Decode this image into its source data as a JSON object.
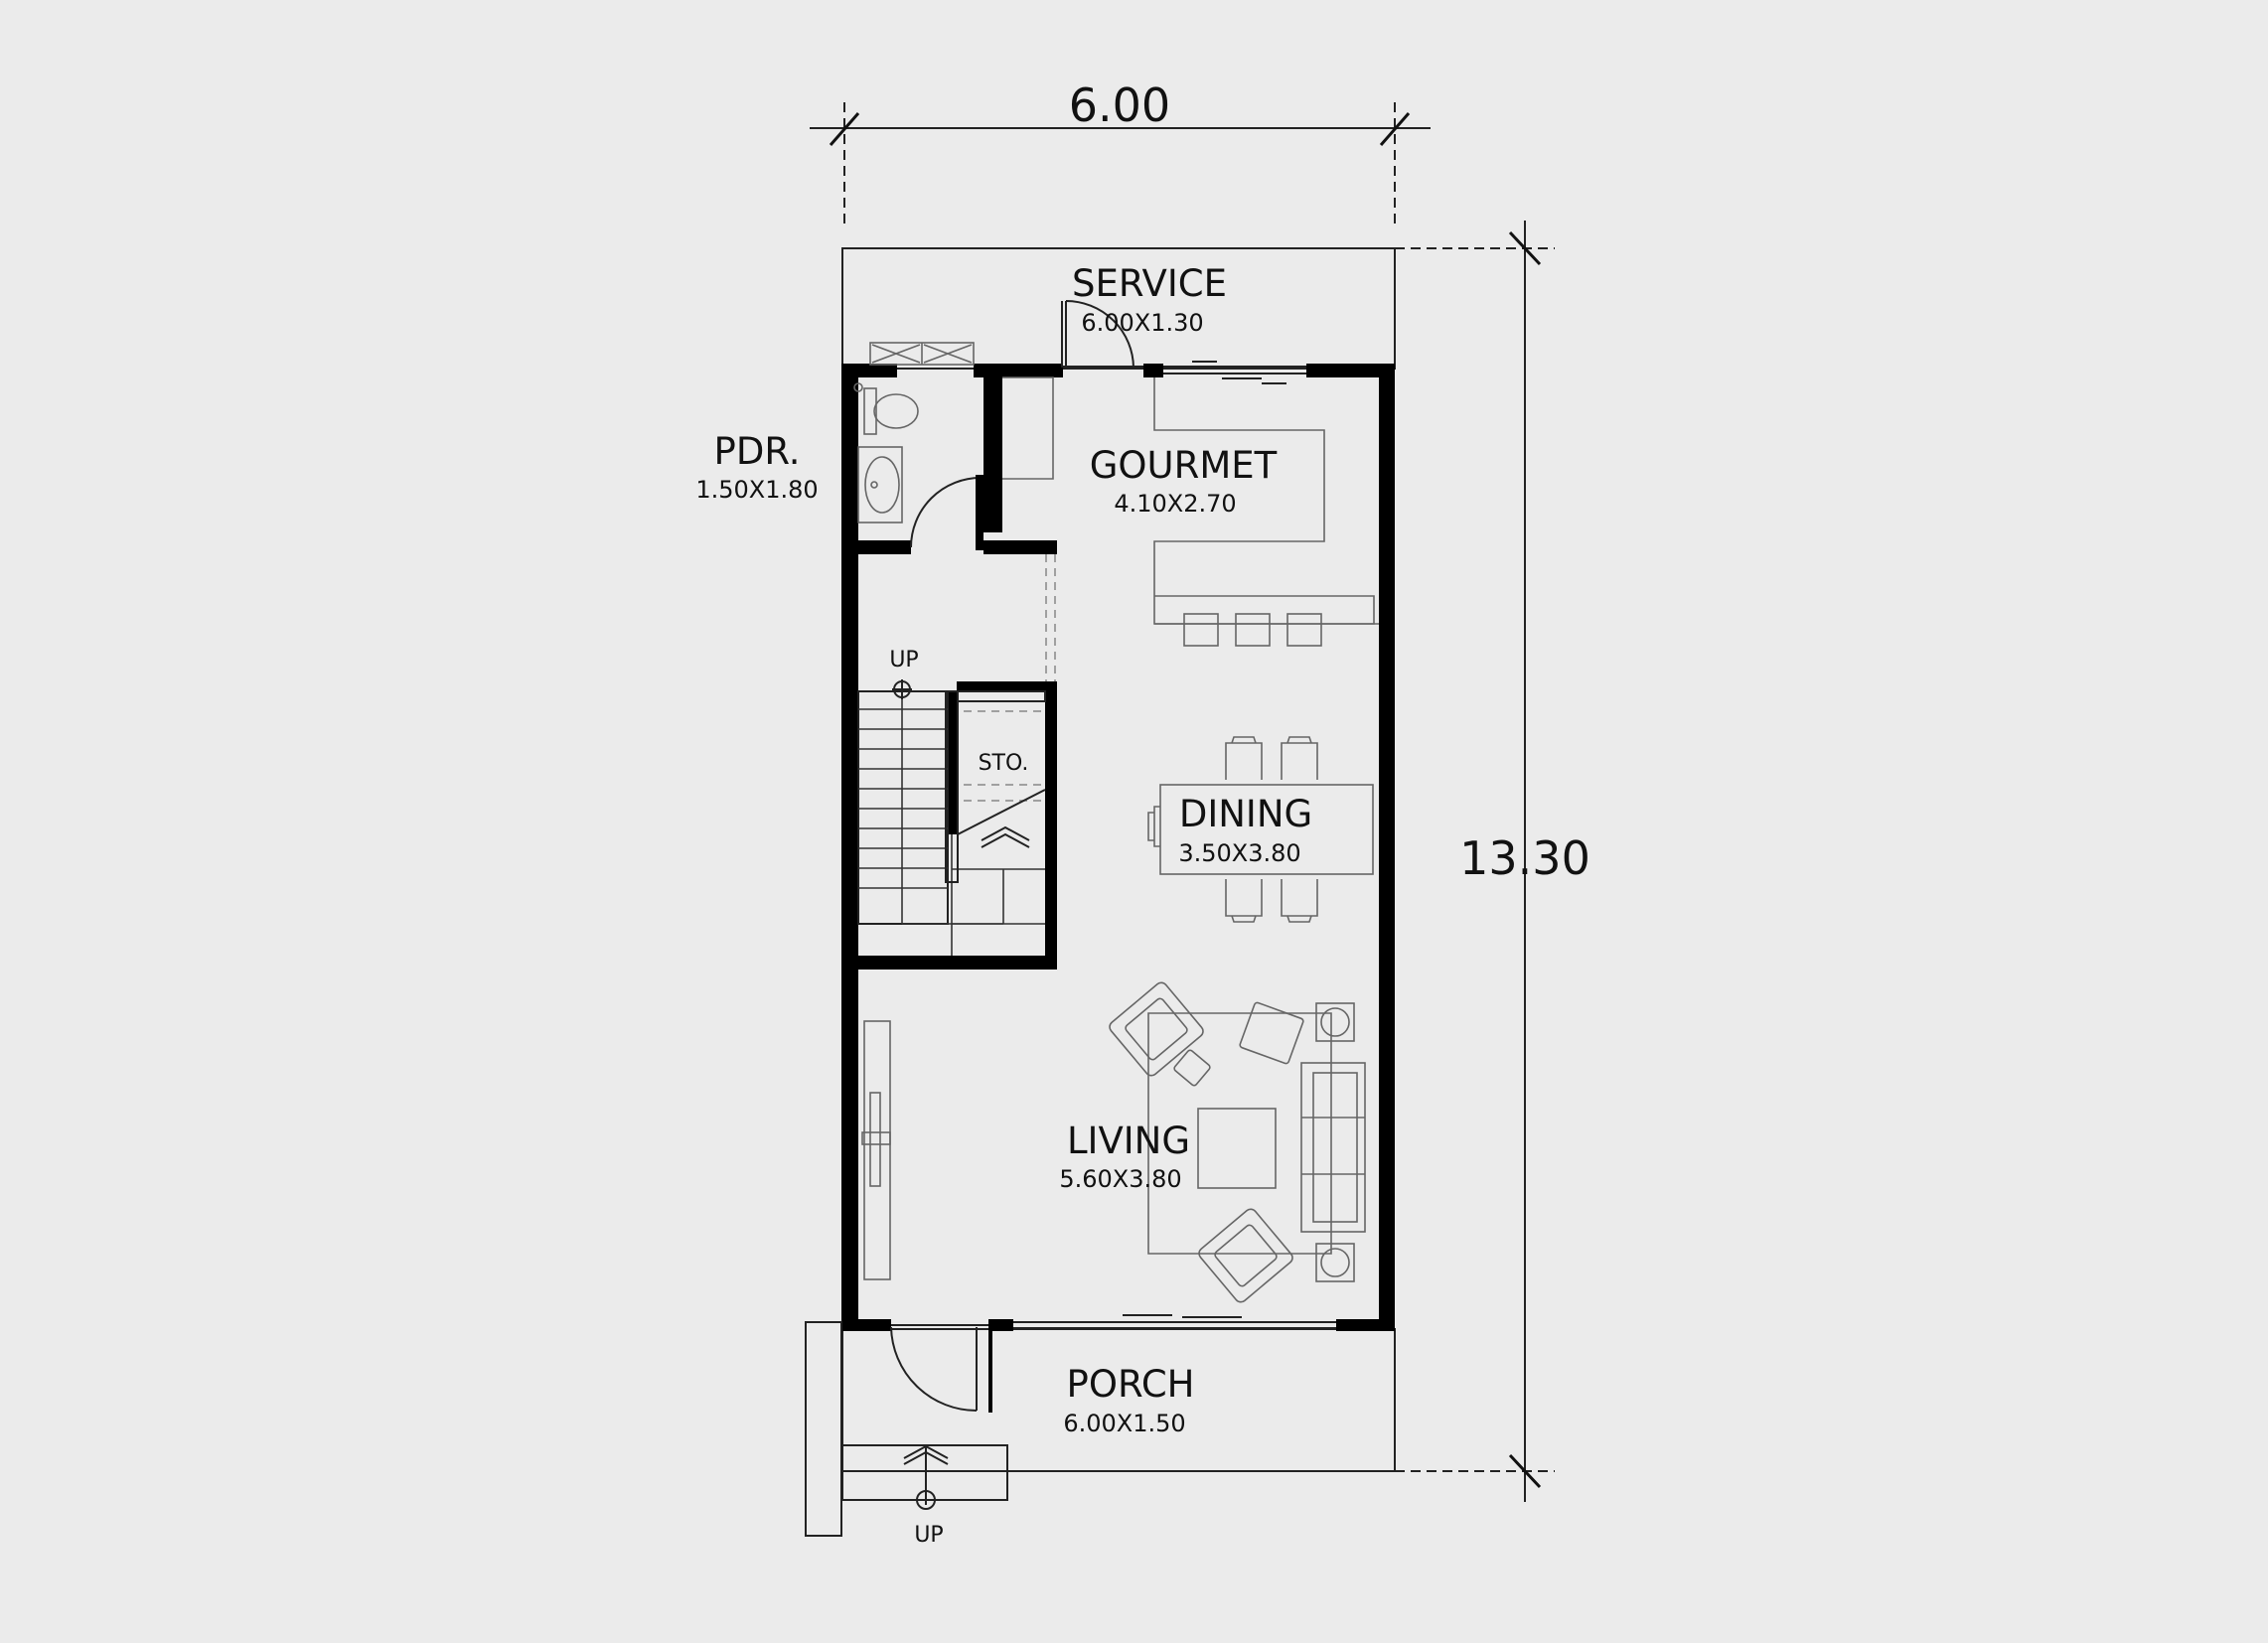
{
  "dimensions": {
    "width": "6.00",
    "depth": "13.30"
  },
  "rooms": {
    "service": {
      "name": "SERVICE",
      "size": "6.00X1.30"
    },
    "pdr": {
      "name": "PDR.",
      "size": "1.50X1.80"
    },
    "gourmet": {
      "name": "GOURMET",
      "size": "4.10X2.70"
    },
    "dining": {
      "name": "DINING",
      "size": "3.50X3.80"
    },
    "living": {
      "name": "LIVING",
      "size": "5.60X3.80"
    },
    "porch": {
      "name": "PORCH",
      "size": "6.00X1.50"
    },
    "storage": {
      "name": "STO."
    }
  },
  "stairs": {
    "interior_label": "UP",
    "porch_label": "UP"
  }
}
